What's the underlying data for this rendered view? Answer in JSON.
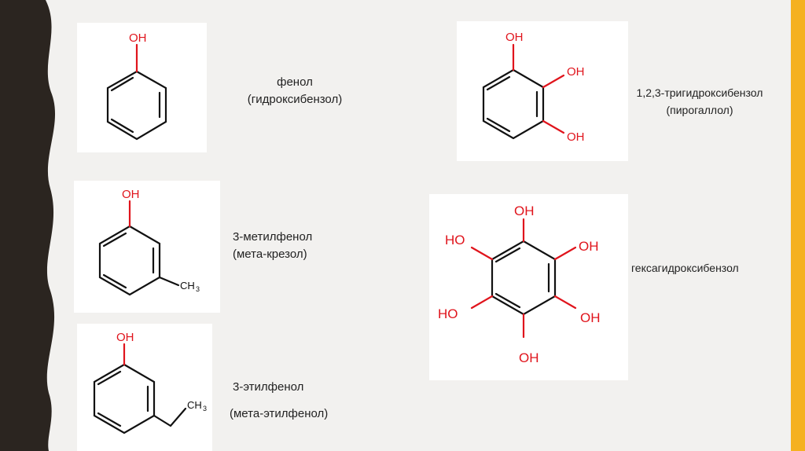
{
  "decor": {
    "left_band_color": "#2b2520",
    "accent_color": "#f5b120"
  },
  "atoms": {
    "hydroxyl": "OH",
    "hydroxyl_left": "HO",
    "methyl": "CH",
    "methyl_subscript": "3"
  },
  "compounds": [
    {
      "name": "фенол",
      "alt_name": "(гидроксибензол)"
    },
    {
      "name": "3-метилфенол",
      "alt_name": "(мета-крезол)"
    },
    {
      "name": "3-этилфенол",
      "alt_name": "(мета-этилфенол)"
    },
    {
      "name": "1,2,3-тригидроксибензол",
      "alt_name": "(пирогаллол)"
    },
    {
      "name": "гексагидроксибензол"
    }
  ]
}
